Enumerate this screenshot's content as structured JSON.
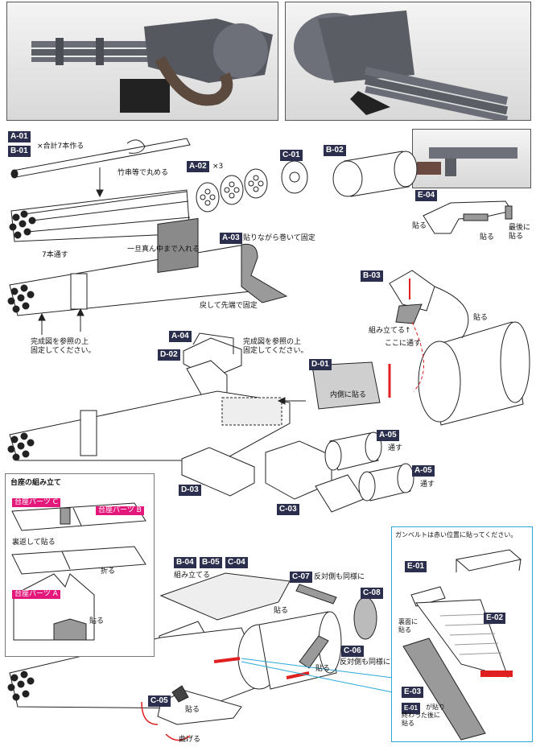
{
  "badges": {
    "a01": "A-01",
    "b01": "B-01",
    "a02": "A-02",
    "c01": "C-01",
    "b02": "B-02",
    "a03": "A-03",
    "e04": "E-04",
    "b03": "B-03",
    "a04": "A-04",
    "d02": "D-02",
    "d01": "D-01",
    "a05a": "A-05",
    "a05b": "A-05",
    "d03": "D-03",
    "c03": "C-03",
    "b04": "B-04",
    "b05": "B-05",
    "c04": "C-04",
    "c07": "C-07",
    "c08": "C-08",
    "c06": "C-06",
    "c05": "C-05",
    "e01": "E-01",
    "e02": "E-02",
    "e03": "E-03",
    "e01small": "E-01"
  },
  "text": {
    "make7": "×合計7本作る",
    "roll": "竹串等で丸める",
    "x3": "×3",
    "pass7": "7本通す",
    "insertMiddle": "一旦真ん中まで入れる",
    "wrapFix": "貼りながら巻いて固定",
    "returnFix": "戻して先端で固定",
    "refFixA": "完成図を参照の上",
    "refFixB": "固定してください。",
    "refFix2A": "完成図を参照の上",
    "refFix2B": "固定してください。",
    "glueE04a": "貼る",
    "glueE04b": "貼る",
    "lastA": "最後に",
    "lastB": "貼る",
    "assemble": "組み立てる↑",
    "passHere": "ここに通す",
    "glueB03": "貼る",
    "glueInside": "内側に貼る",
    "pass1": "通す",
    "pass2": "通す",
    "standTitle": "台座の組み立て",
    "partC": "台座パーツ C",
    "partB": "台座パーツ B",
    "flipGlue": "裏返して貼る",
    "fold": "折る",
    "partA": "台座パーツ A",
    "glueStand": "貼る",
    "assemble2": "組み立てる",
    "sameOpposite1": "反対側も同様に",
    "sameOpposite2": "反対側も同様に",
    "glueC07": "貼る",
    "glueC06": "貼る",
    "glueC05": "貼る",
    "bend": "曲げる",
    "beltNote": "ガンベルトは赤い位置に貼ってください。",
    "glueBackA": "裏面に",
    "glueBackB": "貼る",
    "afterE01a": "が貼り",
    "afterE01b": "終わった後に",
    "afterE01c": "貼る"
  },
  "colors": {
    "badge": "#2b2f4d",
    "pink": "#e4187a",
    "red": "#e02020",
    "cyan": "#2aa8d8",
    "gray": "#9a9a9a"
  }
}
